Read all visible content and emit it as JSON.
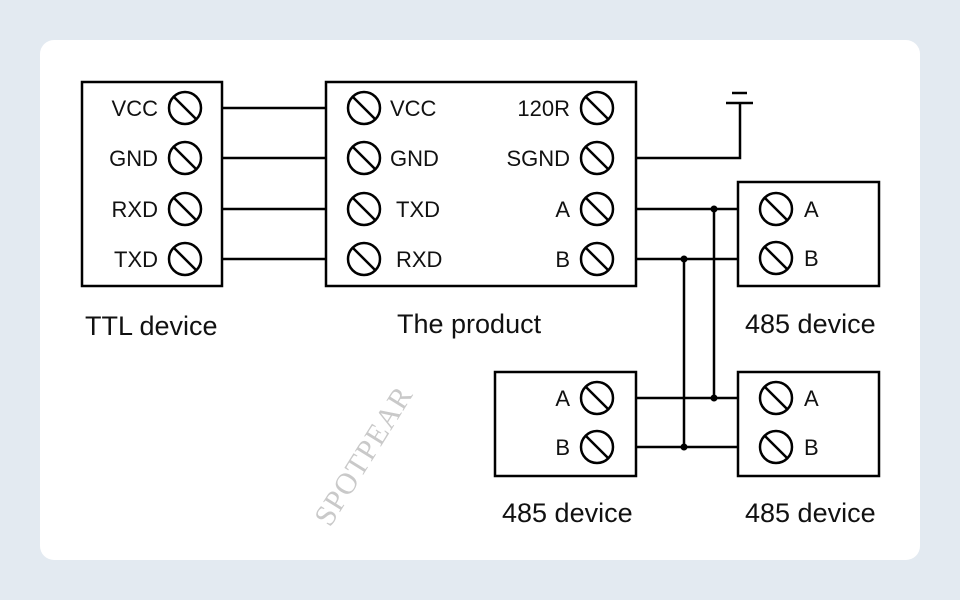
{
  "ttl_device": {
    "caption": "TTL device",
    "pins": [
      "VCC",
      "GND",
      "RXD",
      "TXD"
    ]
  },
  "product": {
    "caption": "The product",
    "left_pins": [
      "VCC",
      "GND",
      "TXD",
      "RXD"
    ],
    "right_pins": [
      "120R",
      "SGND",
      "A",
      "B"
    ]
  },
  "rs485_devices": [
    {
      "caption": "485 device",
      "pins": [
        "A",
        "B"
      ]
    },
    {
      "caption": "485 device",
      "pins": [
        "A",
        "B"
      ]
    },
    {
      "caption": "485 device",
      "pins": [
        "A",
        "B"
      ]
    }
  ],
  "watermark": "SPOTPEAR",
  "icons": {
    "terminal": "screw-terminal-icon",
    "ground": "ground-icon"
  }
}
